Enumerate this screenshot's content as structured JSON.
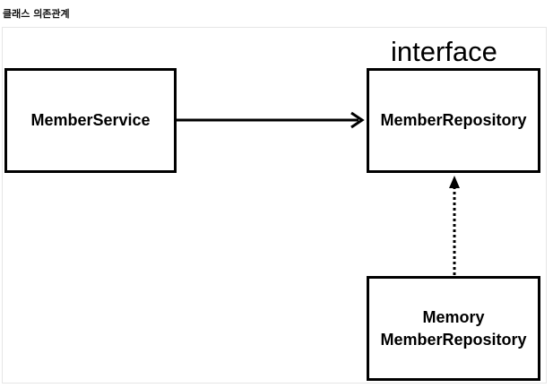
{
  "title": "클래스 의존관계",
  "diagram": {
    "stereotype": "interface",
    "nodes": [
      {
        "id": "member-service",
        "label": "MemberService"
      },
      {
        "id": "member-repository",
        "label": "MemberRepository"
      },
      {
        "id": "memory-member-repository",
        "line1": "Memory",
        "line2": "MemberRepository"
      }
    ],
    "edges": [
      {
        "from": "member-service",
        "to": "member-repository",
        "style": "solid",
        "meaning": "depends-on"
      },
      {
        "from": "memory-member-repository",
        "to": "member-repository",
        "style": "dotted",
        "meaning": "implements"
      }
    ]
  }
}
